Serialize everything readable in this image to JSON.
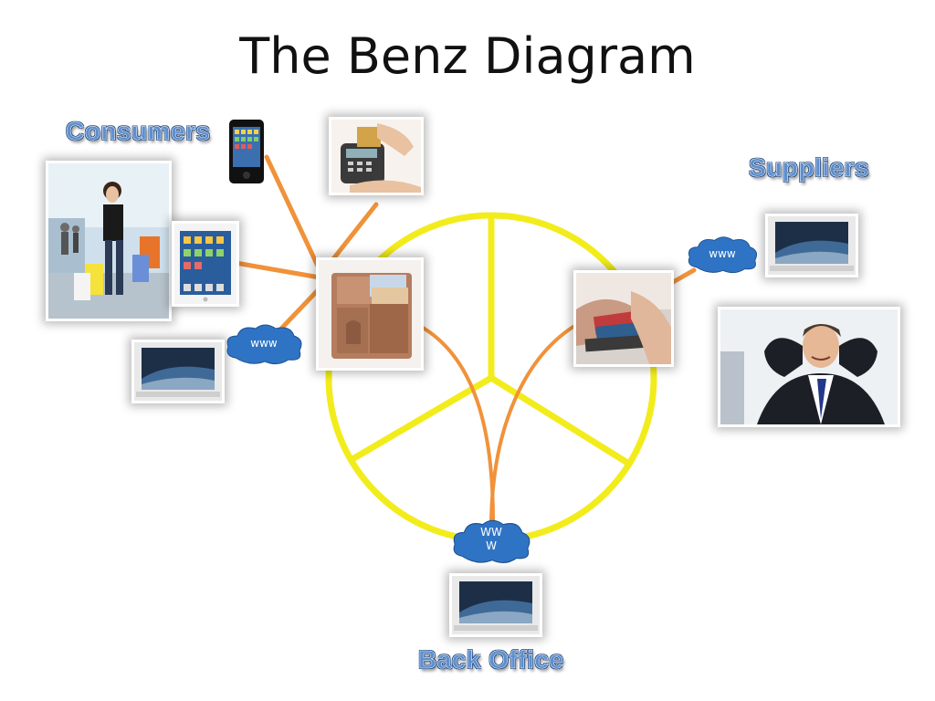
{
  "title": "The Benz Diagram",
  "labels": {
    "consumers": "Consumers",
    "suppliers": "Suppliers",
    "back_office": "Back Office"
  },
  "clouds": {
    "consumers": "www",
    "suppliers": "www",
    "back_office_line1": "WW",
    "back_office_line2": "W"
  },
  "images": {
    "consumers": [
      "shopper-photo",
      "smartphone-icon",
      "tablet-icon",
      "laptop-icon"
    ],
    "center": [
      "card-terminal-photo",
      "wallet-photo",
      "card-payment-photo"
    ],
    "suppliers": [
      "laptop-icon",
      "businessman-photo"
    ],
    "back_office": [
      "laptop-icon"
    ]
  },
  "colors": {
    "ring": "#f2ec1c",
    "connector": "#f0923a",
    "cloud": "#2f74c4",
    "label": "#5c8fd0"
  }
}
